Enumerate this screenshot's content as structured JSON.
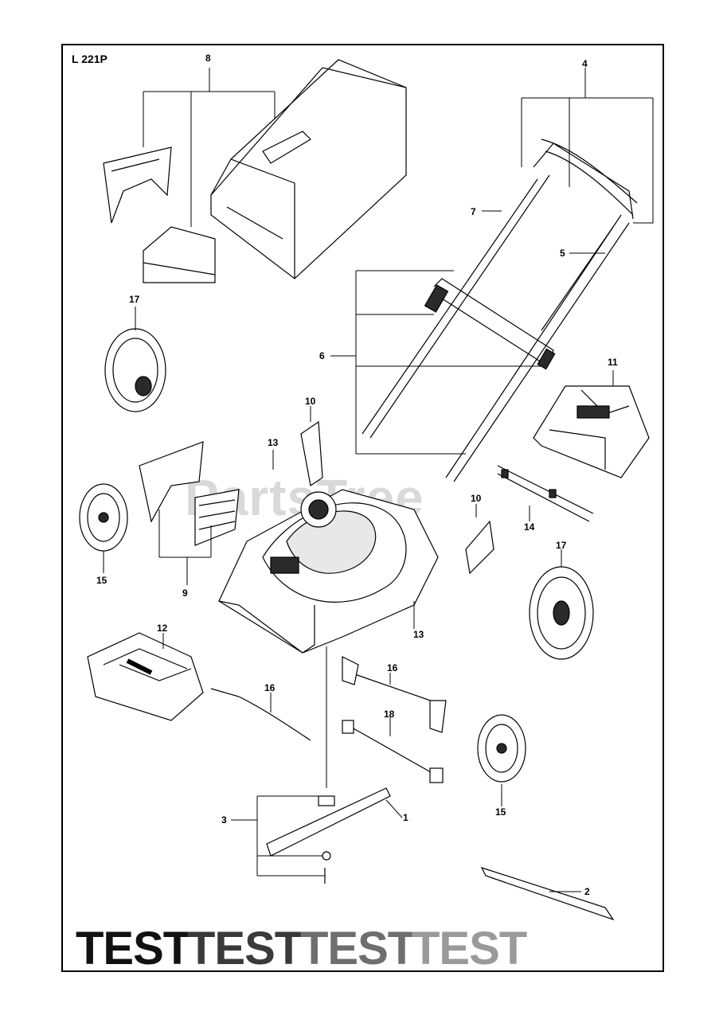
{
  "model": "L 221P",
  "watermark": "PartsTree",
  "callouts": {
    "c1": "1",
    "c2": "2",
    "c3": "3",
    "c4": "4",
    "c5": "5",
    "c6": "6",
    "c7": "7",
    "c8": "8",
    "c9": "9",
    "c10a": "10",
    "c10b": "10",
    "c11": "11",
    "c12": "12",
    "c13a": "13",
    "c13b": "13",
    "c14": "14",
    "c15a": "15",
    "c15b": "15",
    "c16a": "16",
    "c16b": "16",
    "c17a": "17",
    "c17b": "17",
    "c18": "18"
  },
  "test_words": [
    "TEST",
    "TEST",
    "TEST",
    "TEST"
  ],
  "colors": {
    "test_1": "#111111",
    "test_2": "#3a3a3a",
    "test_3": "#6e6e6e",
    "test_4": "#9a9a9a",
    "line": "#000000",
    "part_fill": "#ffffff",
    "dark_fill": "#2a2a2a"
  }
}
